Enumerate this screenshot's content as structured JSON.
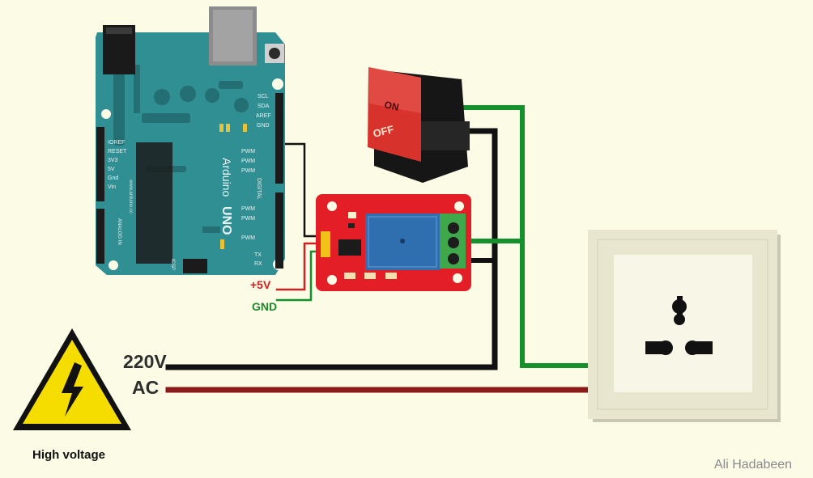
{
  "labels": {
    "voltage": "220V",
    "current_type": "AC",
    "relay_vcc": "+5V",
    "relay_gnd": "GND",
    "warning": "High voltage",
    "author": "Ali Hadabeen"
  },
  "switch": {
    "on_text": "ON",
    "off_text": "OFF"
  },
  "arduino": {
    "brand": "Arduino",
    "model": "UNO",
    "url": "www.arduino.cc",
    "top_pins": [
      "SCL",
      "SDA",
      "AREF",
      "GND"
    ],
    "pwm_labels": [
      "PWM",
      "PWM",
      "PWM",
      "PWM",
      "PWM",
      "PWM"
    ],
    "power_pins": [
      "IOREF",
      "RESET",
      "3V3",
      "5V",
      "Gnd",
      "Vin"
    ],
    "digital_label": "DIGITAL",
    "analog_label": "ANALOG IN",
    "tx_label": "TX",
    "rx_label": "RX",
    "icsp_label": "ICSP"
  },
  "colors": {
    "background": "#fbfbe6",
    "arduino_board": "#2f8f93",
    "relay_board": "#e41e26",
    "relay_body": "#2f6fb0",
    "wire_live": "#111111",
    "wire_neutral": "#8b1a1a",
    "wire_ground": "#14902c",
    "wire_5v": "#d22020",
    "switch_red": "#d8322c",
    "socket_frame": "#e9e6cf",
    "warning_yellow": "#f5dd00"
  }
}
